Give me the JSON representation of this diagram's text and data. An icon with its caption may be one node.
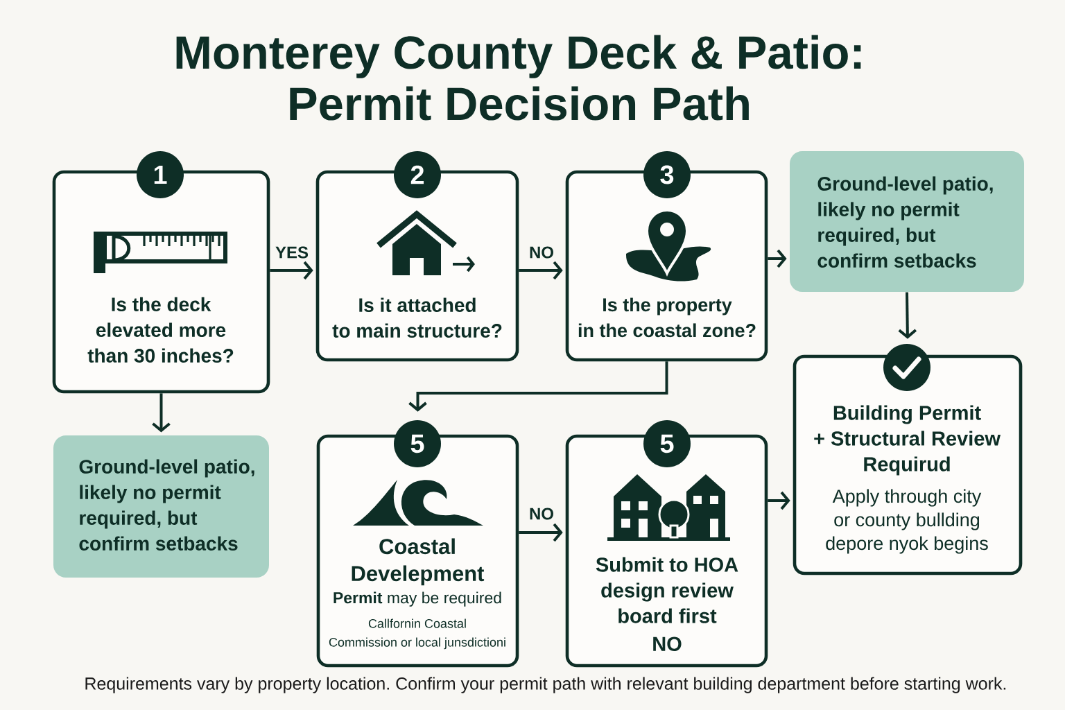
{
  "diagram": {
    "title": "Monterey County Deck & Patio: Permit Decision Path",
    "caption": "Requirements vary by property location. Confirm your permit path with relevant building department before starting work.",
    "nodes": [
      {
        "text": [
          "1",
          "Is the deck elevated more than 30 inches?"
        ]
      },
      {
        "text": [
          "2",
          "Is it attached to main structure?"
        ]
      },
      {
        "text": [
          "3",
          "Is the property in the coastal zone?"
        ]
      },
      {
        "text": [
          "Ground-level patio, likely no permit required, but confirm setbacks"
        ]
      },
      {
        "text": [
          "Ground-level patio, likely no permit required, but confirm setbacks"
        ]
      },
      {
        "text": [
          "5",
          "Coastal Develepment",
          "**Permit** may be required",
          "Callfornin Coastal Commission or local junsdictioni"
        ]
      },
      {
        "text": [
          "5",
          "Submit to HOA design review board first",
          "NO"
        ]
      },
      {
        "text": [
          "Building Permit + Structural Review Requirud",
          "Apply through city or county bullding depore nyok begins"
        ]
      }
    ],
    "edges": [
      {
        "from": 0,
        "to": 1,
        "arrow": "to",
        "label": "YES"
      },
      {
        "from": 1,
        "to": 2,
        "arrow": "to",
        "label": "NO"
      },
      {
        "from": 2,
        "to": 3,
        "arrow": "to"
      },
      {
        "from": 0,
        "to": 4,
        "arrow": "to"
      },
      {
        "from": 2,
        "to": 5,
        "arrow": "to"
      },
      {
        "from": 5,
        "to": 6,
        "arrow": "to",
        "label": "NO"
      },
      {
        "from": 3,
        "to": 7,
        "arrow": "to"
      },
      {
        "from": 6,
        "to": 7,
        "arrow": "to"
      }
    ]
  }
}
